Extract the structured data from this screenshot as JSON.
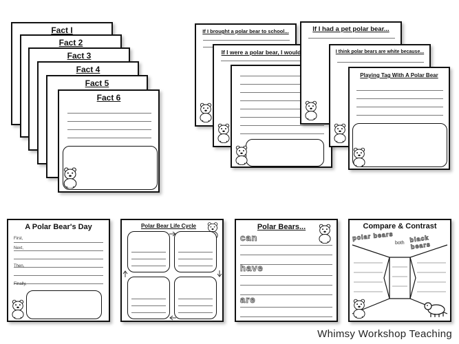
{
  "fact_cards": [
    "Fact I",
    "Fact 2",
    "Fact 3",
    "Fact 4",
    "Fact 5",
    "Fact 6"
  ],
  "prompt_cards": {
    "brought": "If I brought a polar bear to school...",
    "pet": "If I had a pet polar bear...",
    "were": "If I were a polar bear, I would...",
    "white": "I think polar bears are white because...",
    "tag": "Playing Tag With A Polar Bear"
  },
  "day": {
    "title": "A Polar Bear's Day",
    "labels": [
      "First,",
      "Next,",
      "Then,",
      "Finally,"
    ]
  },
  "life_cycle": {
    "title": "Polar Bear Life Cycle"
  },
  "polar_bears": {
    "title": "Polar Bears...",
    "words": [
      "can",
      "have",
      "are"
    ]
  },
  "compare": {
    "title": "Compare & Contrast",
    "left": "polar bears",
    "middle": "both",
    "right": "black bears"
  },
  "footer": "Whimsy Workshop Teaching"
}
